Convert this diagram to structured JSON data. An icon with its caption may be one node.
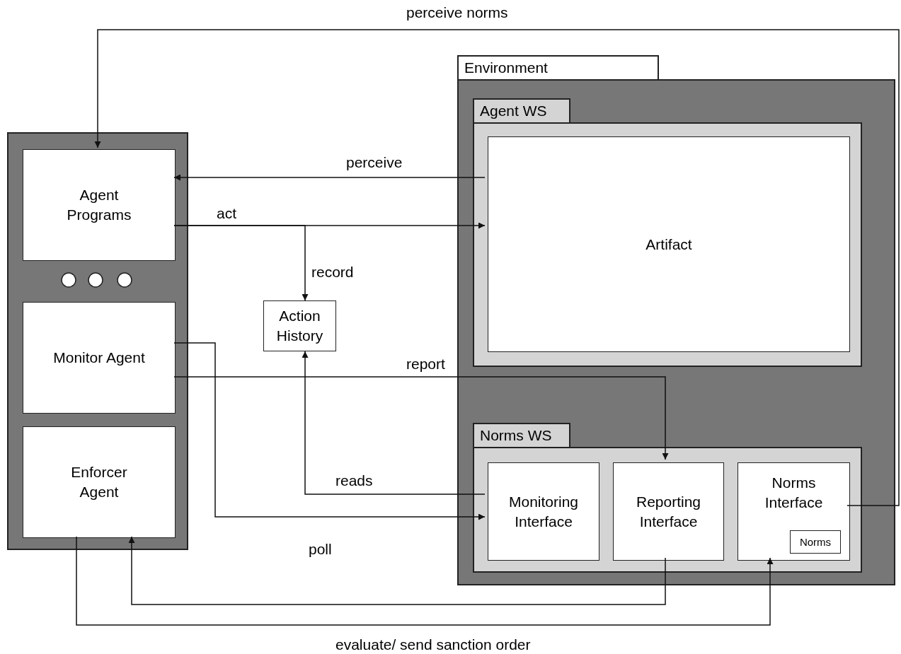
{
  "diagram": {
    "nodes": [
      {
        "text": [],
        "shape": "box"
      },
      {
        "text": [
          "Agent Programs"
        ],
        "in": 0
      },
      {
        "text": [
          "Monitor Agent"
        ],
        "in": 0
      },
      {
        "text": [
          "Enforcer Agent"
        ],
        "in": 0
      },
      {
        "text": [
          "Action History"
        ]
      },
      {
        "text": [
          "Environment"
        ]
      },
      {
        "text": [
          "Agent WS"
        ],
        "in": 5
      },
      {
        "text": [
          "Artifact"
        ],
        "in": 6
      },
      {
        "text": [
          "Norms WS"
        ],
        "in": 5
      },
      {
        "text": [
          "Monitoring Interface"
        ],
        "in": 8
      },
      {
        "text": [
          "Reporting Interface"
        ],
        "in": 8
      },
      {
        "text": [
          "Norms Interface"
        ],
        "in": 8
      },
      {
        "text": [
          "Norms"
        ],
        "in": 11
      }
    ],
    "edges": [
      {
        "from": 7,
        "to": 1,
        "arrow": "to",
        "label": "perceive"
      },
      {
        "from": 1,
        "to": 7,
        "arrow": "to",
        "label": "act"
      },
      {
        "from": 1,
        "to": 4,
        "arrow": "to",
        "label": "record"
      },
      {
        "from": 2,
        "to": 10,
        "arrow": "to",
        "label": "report"
      },
      {
        "from": 2,
        "to": 9,
        "arrow": "to",
        "label": "poll"
      },
      {
        "from": 9,
        "to": 4,
        "arrow": "to",
        "label": "reads"
      },
      {
        "from": 10,
        "to": 3,
        "arrow": "to"
      },
      {
        "from": 3,
        "to": 11,
        "arrow": "to",
        "label": "evaluate/ send sanction order"
      },
      {
        "from": 11,
        "to": 1,
        "arrow": "to",
        "label": "perceive norms"
      }
    ]
  }
}
